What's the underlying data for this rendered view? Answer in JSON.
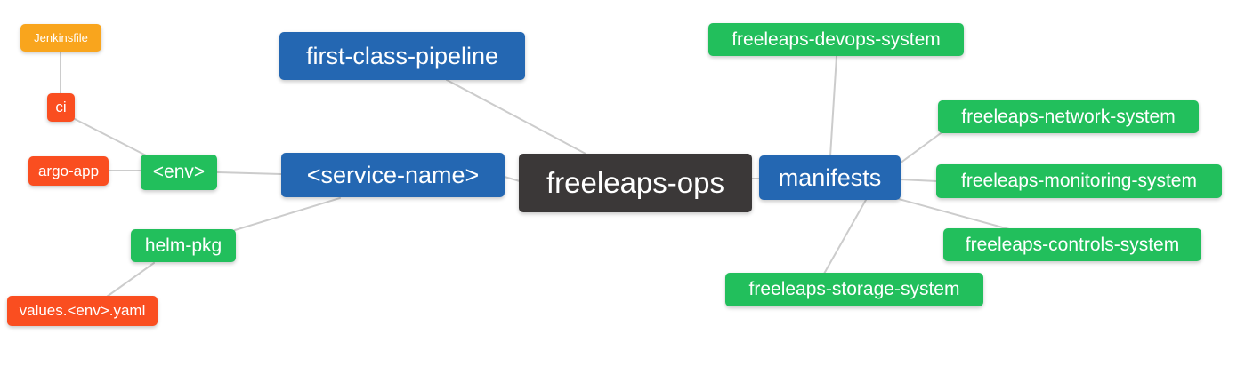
{
  "diagram": {
    "type": "mindmap",
    "background": "#FFFFFF",
    "edge_color": "#CCCCCC",
    "palette": {
      "root_dark": "#3B3838",
      "branch_blue": "#2467B2",
      "leaf_green": "#22BF5C",
      "leaf_red": "#FA4E20",
      "leaf_orange": "#F9A51D",
      "text": "#FFFFFF"
    }
  },
  "nodes": [
    {
      "id": "freeleaps-ops",
      "label": "freeleaps-ops",
      "level": "root"
    },
    {
      "id": "first-class-pipeline",
      "label": "first-class-pipeline",
      "level": "branch-blue"
    },
    {
      "id": "service-name",
      "label": "<service-name>",
      "level": "branch-blue"
    },
    {
      "id": "manifests",
      "label": "manifests",
      "level": "branch-blue"
    },
    {
      "id": "env",
      "label": "<env>",
      "level": "leaf-green"
    },
    {
      "id": "helm-pkg",
      "label": "helm-pkg",
      "level": "leaf-green"
    },
    {
      "id": "ci",
      "label": "ci",
      "level": "leaf-red"
    },
    {
      "id": "argo-app",
      "label": "argo-app",
      "level": "leaf-red"
    },
    {
      "id": "jenkinsfile",
      "label": "Jenkinsfile",
      "level": "leaf-orange"
    },
    {
      "id": "values-env-yaml",
      "label": "values.<env>.yaml",
      "level": "leaf-red"
    },
    {
      "id": "freeleaps-devops-system",
      "label": "freeleaps-devops-system",
      "level": "leaf-green"
    },
    {
      "id": "freeleaps-network-system",
      "label": "freeleaps-network-system",
      "level": "leaf-green"
    },
    {
      "id": "freeleaps-monitoring-system",
      "label": "freeleaps-monitoring-system",
      "level": "leaf-green"
    },
    {
      "id": "freeleaps-controls-system",
      "label": "freeleaps-controls-system",
      "level": "leaf-green"
    },
    {
      "id": "freeleaps-storage-system",
      "label": "freeleaps-storage-system",
      "level": "leaf-green"
    }
  ],
  "edges": [
    {
      "from": "jenkinsfile",
      "to": "ci"
    },
    {
      "from": "ci",
      "to": "env"
    },
    {
      "from": "argo-app",
      "to": "env"
    },
    {
      "from": "env",
      "to": "service-name"
    },
    {
      "from": "helm-pkg",
      "to": "service-name"
    },
    {
      "from": "values-env-yaml",
      "to": "helm-pkg"
    },
    {
      "from": "first-class-pipeline",
      "to": "freeleaps-ops"
    },
    {
      "from": "service-name",
      "to": "freeleaps-ops"
    },
    {
      "from": "freeleaps-ops",
      "to": "manifests"
    },
    {
      "from": "manifests",
      "to": "freeleaps-devops-system"
    },
    {
      "from": "manifests",
      "to": "freeleaps-network-system"
    },
    {
      "from": "manifests",
      "to": "freeleaps-monitoring-system"
    },
    {
      "from": "manifests",
      "to": "freeleaps-controls-system"
    },
    {
      "from": "manifests",
      "to": "freeleaps-storage-system"
    }
  ]
}
